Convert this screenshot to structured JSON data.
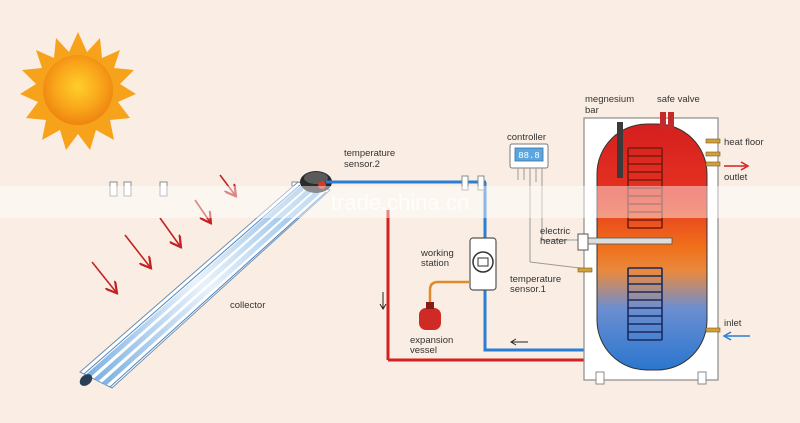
{
  "labels": {
    "temp_sensor2_line1": "temperature",
    "temp_sensor2_line2": "sensor.2",
    "controller": "controller",
    "controller_display": "88.8",
    "magnesium_line1": "megnesium",
    "magnesium_line2": "bar",
    "safe_valve": "safe valve",
    "heat_floor": "heat floor",
    "outlet": "outlet",
    "electric_heater_line1": "electric",
    "electric_heater_line2": "heater",
    "working_station_line1": "working",
    "working_station_line2": "station",
    "temp_sensor1_line1": "temperature",
    "temp_sensor1_line2": "sensor.1",
    "collector": "collector",
    "expansion_line1": "expansion",
    "expansion_line2": "vessel",
    "inlet": "inlet",
    "watermark": "trade.china.cn"
  },
  "colors": {
    "background": "#faeee4",
    "hot_pipe": "#d32020",
    "cold_pipe": "#2a7fd4",
    "tank_top": "#e02424",
    "tank_bottom": "#2f7fd0",
    "sun": "#f7a21b",
    "label_text": "#333333"
  }
}
